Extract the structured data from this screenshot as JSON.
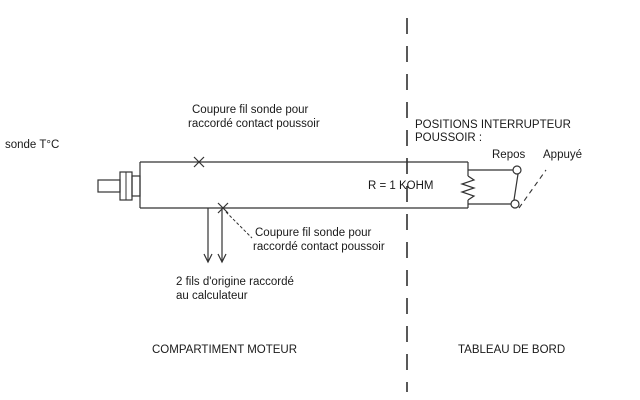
{
  "labels": {
    "sensor": "sonde T°C",
    "cut_top_line1": "Coupure fil sonde pour",
    "cut_top_line2": "raccordé contact poussoir",
    "cut_bottom_line1": "Coupure fil sonde pour",
    "cut_bottom_line2": "raccordé contact poussoir",
    "resistor": "R = 1 KOHM",
    "positions_line1": "POSITIONS INTERRUPTEUR",
    "positions_line2": "POUSSOIR :",
    "repos": "Repos",
    "appuye": "Appuyé",
    "origin_line1": "2 fils d'origine raccordé",
    "origin_line2": "au calculateur",
    "engine_compartment": "COMPARTIMENT MOTEUR",
    "dashboard": "TABLEAU DE BORD"
  }
}
